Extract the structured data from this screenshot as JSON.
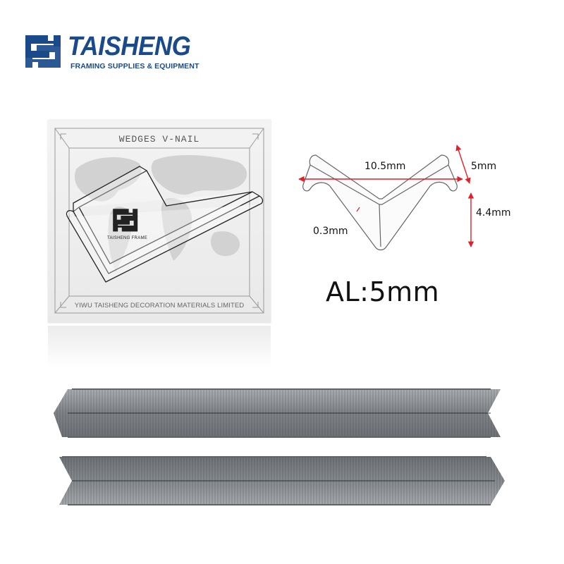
{
  "brand": {
    "name": "TAISHENG",
    "tagline": "FRAMING SUPPLIES & EQUIPMENT",
    "color": "#1a4a8a",
    "logo_icon": "ts-logo-icon"
  },
  "package": {
    "title": "WEDGES V-NAIL",
    "footer": "YIWU TAISHENG DECORATION MATERIALS LIMITED",
    "brand_text": "TAISHENG  FRAME"
  },
  "diagram": {
    "width_label": "10.5mm",
    "height_top_label": "5mm",
    "height_bottom_label": "4.4mm",
    "thickness_label": "0.3mm",
    "arrow_color": "#e0202a"
  },
  "spec": {
    "al_label": "AL:5mm"
  },
  "strips": {
    "color": "#8a8d92"
  }
}
